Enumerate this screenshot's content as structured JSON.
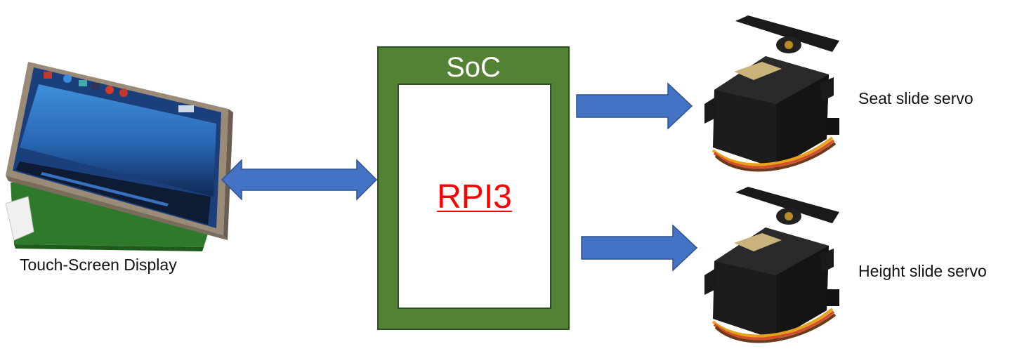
{
  "display": {
    "label": "Touch-Screen Display"
  },
  "soc": {
    "title": "SoC",
    "core_label": "RPI3"
  },
  "servos": [
    {
      "label": "Seat slide servo"
    },
    {
      "label": "Height slide servo"
    }
  ],
  "colors": {
    "soc_green": "#548235",
    "arrow_blue": "#4472c4",
    "core_text_red": "#ff0000"
  },
  "icons": [
    "touch-screen-display-image",
    "servo-motor-image"
  ]
}
